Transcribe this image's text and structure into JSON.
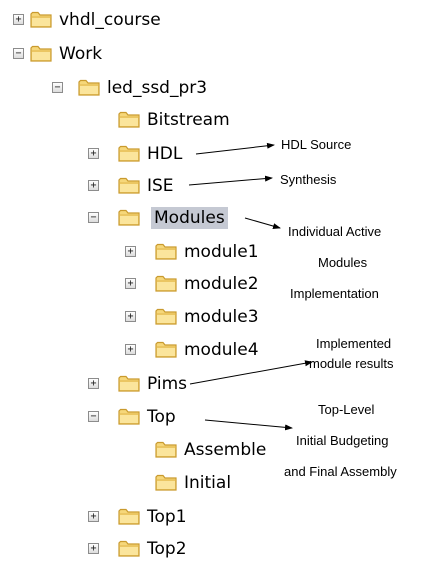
{
  "tree": {
    "vhdl_course": "vhdl_course",
    "work": "Work",
    "led_ssd_pr3": "led_ssd_pr3",
    "bitstream": "Bitstream",
    "hdl": "HDL",
    "ise": "ISE",
    "modules": "Modules",
    "module1": "module1",
    "module2": "module2",
    "module3": "module3",
    "module4": "module4",
    "pims": "Pims",
    "top": "Top",
    "assemble": "Assemble",
    "initial": "Initial",
    "top1": "Top1",
    "top2": "Top2"
  },
  "annotations": {
    "hdl_source": "HDL Source",
    "synthesis": "Synthesis",
    "modules_line1": "Individual Active",
    "modules_line2": "Modules",
    "modules_line3": "Implementation",
    "pims_line1": "Implemented",
    "pims_line2": "module results",
    "top_line1": "Top-Level",
    "top_line2": "Initial Budgeting",
    "top_line3": "and Final Assembly"
  },
  "colors": {
    "folder_fill": "#f6d77a",
    "folder_edge": "#c99a2e",
    "selection": "#c5c9d3"
  },
  "icons": {
    "expand": "plus-box",
    "collapse": "minus-box",
    "folder": "folder"
  },
  "toggle_glyphs": {
    "plus": "+",
    "minus": "−"
  }
}
